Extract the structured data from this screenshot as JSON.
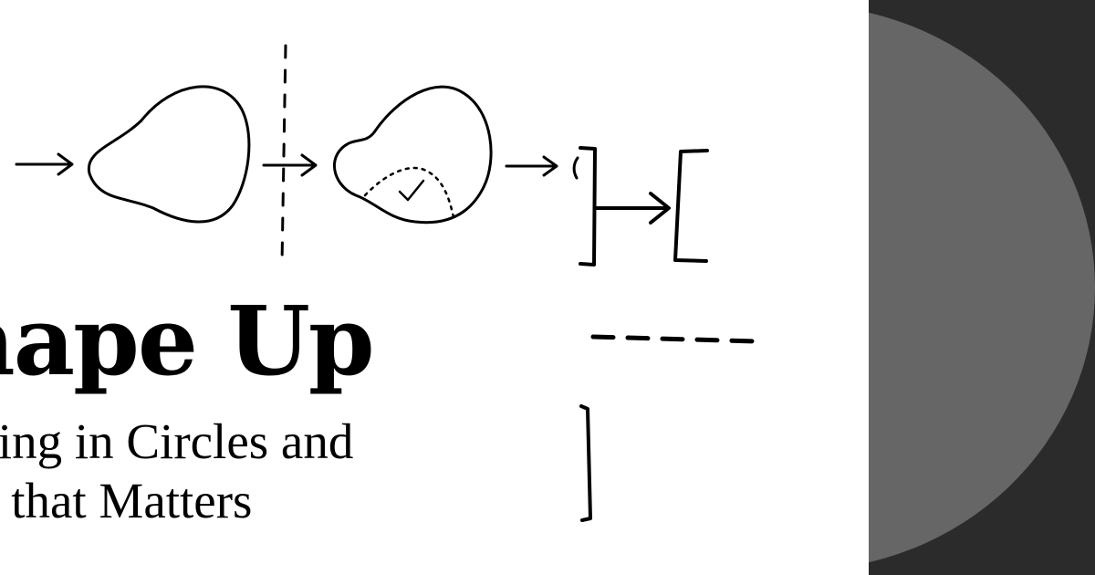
{
  "book": {
    "title": "Shape Up",
    "subtitle_line1": "Stop Running in Circles and",
    "subtitle_line2": "Ship Work that Matters"
  },
  "colors": {
    "background": "#ffffff",
    "ink": "#000000",
    "panel": "#2b2b2b",
    "disc": "#666666"
  }
}
